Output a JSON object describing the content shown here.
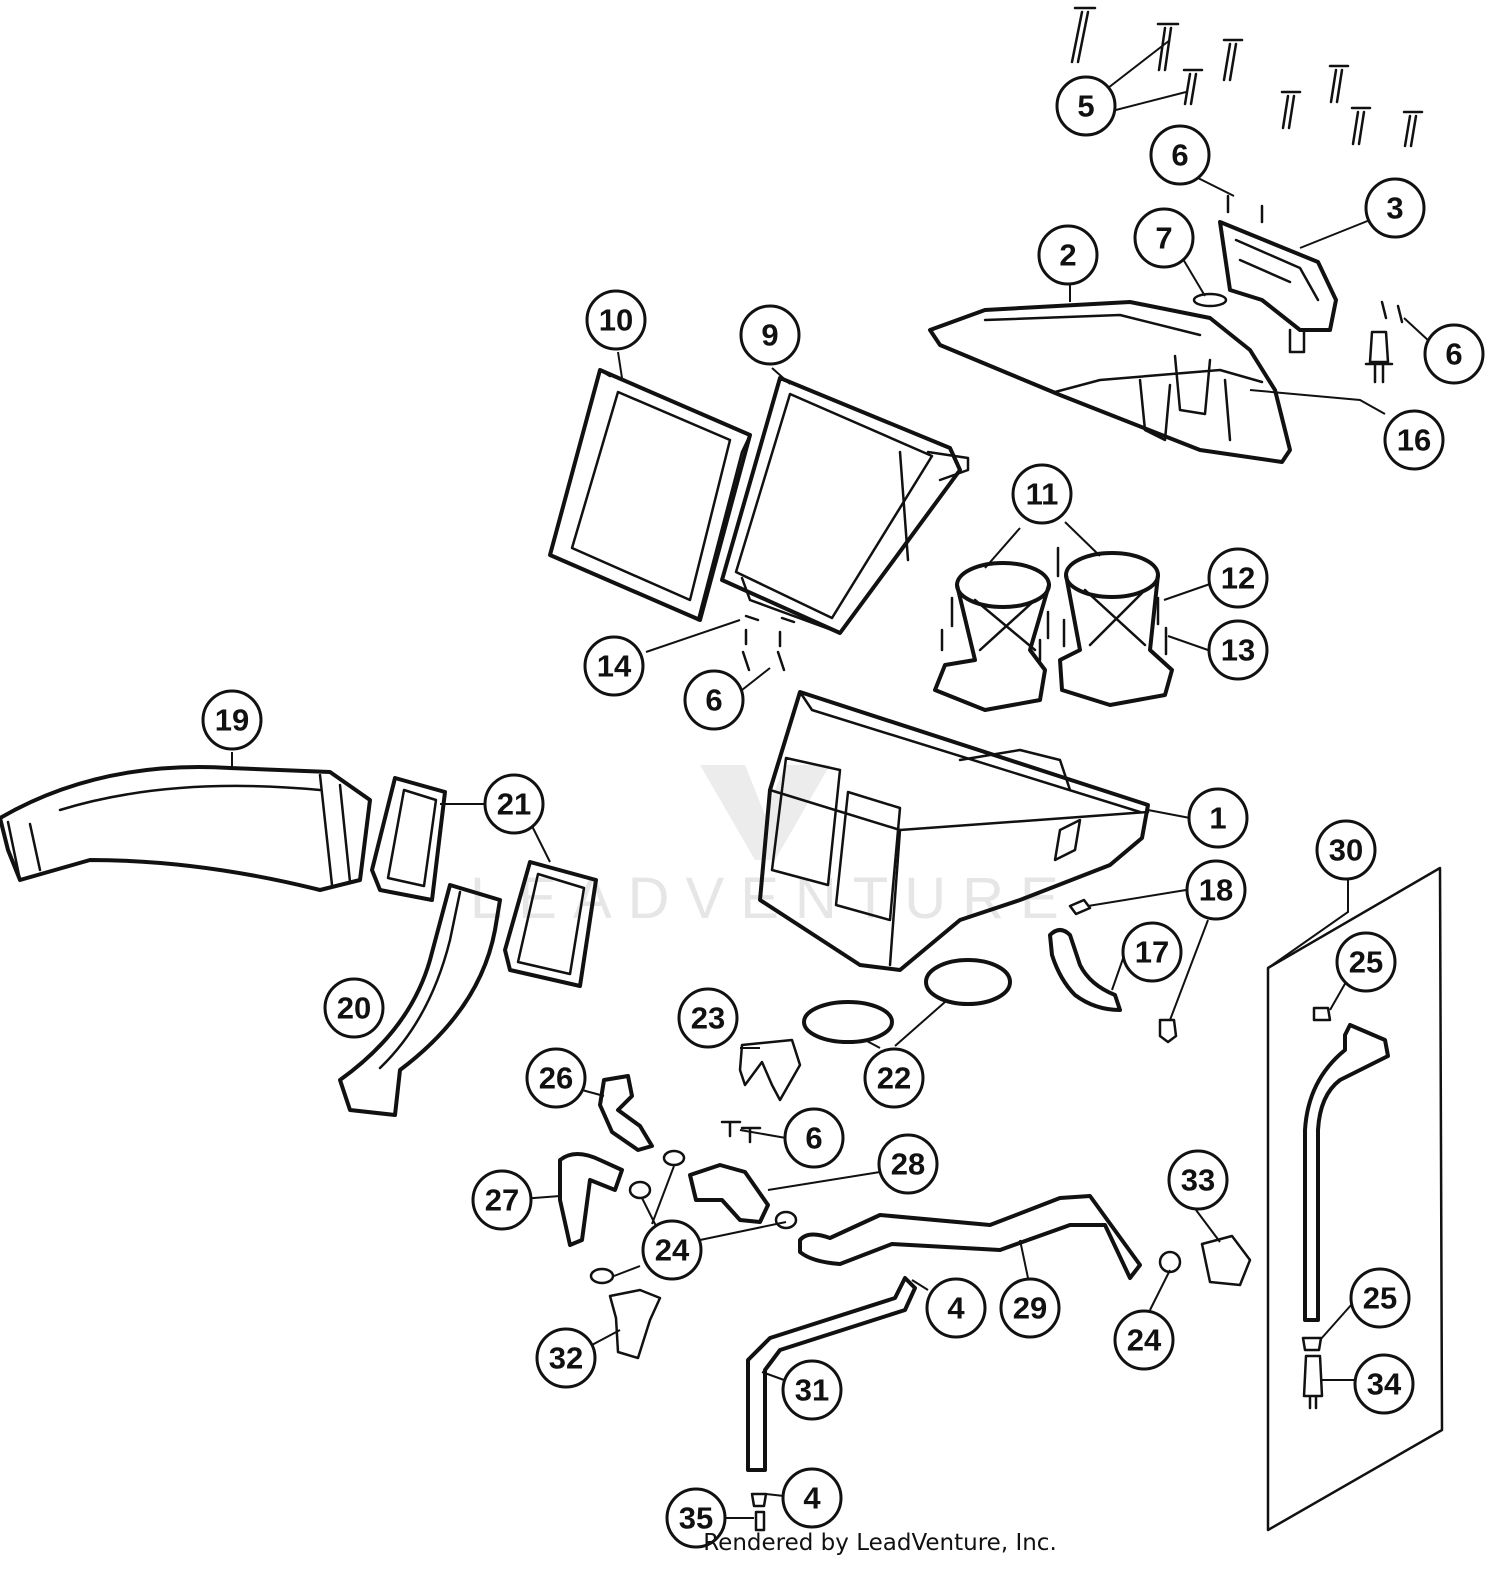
{
  "watermark": {
    "brand": "LEADVENTURE"
  },
  "credit": "Rendered by LeadVenture, Inc.",
  "callouts": [
    "1",
    "2",
    "3",
    "4",
    "4",
    "5",
    "5",
    "6",
    "6",
    "6",
    "6",
    "7",
    "9",
    "10",
    "11",
    "12",
    "13",
    "14",
    "16",
    "17",
    "18",
    "19",
    "20",
    "21",
    "22",
    "23",
    "24",
    "24",
    "24",
    "25",
    "25",
    "26",
    "27",
    "28",
    "29",
    "30",
    "31",
    "32",
    "33",
    "34",
    "35"
  ]
}
